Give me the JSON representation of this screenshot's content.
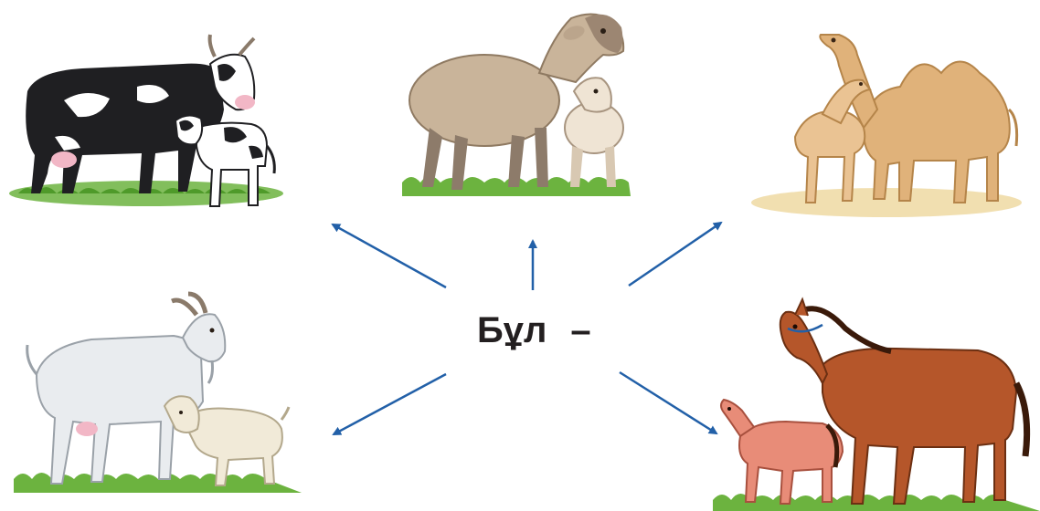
{
  "center": {
    "text": "Бұл",
    "dash": "–"
  },
  "animals": [
    {
      "id": "cow",
      "icon": "cow-with-calf-icon"
    },
    {
      "id": "sheep",
      "icon": "sheep-with-lamb-icon"
    },
    {
      "id": "camel",
      "icon": "camel-with-calf-icon"
    },
    {
      "id": "goat",
      "icon": "goat-with-kid-icon"
    },
    {
      "id": "horse",
      "icon": "horse-with-foal-icon"
    }
  ],
  "colors": {
    "arrow": "#2260a8",
    "text": "#231f20",
    "grass": "#6cb33f",
    "cow_black": "#1f1f22",
    "sheep": "#c9b49a",
    "camel": "#e0b27a",
    "goat": "#e9ecef",
    "horse": "#b5562a",
    "foal": "#e88c78"
  }
}
